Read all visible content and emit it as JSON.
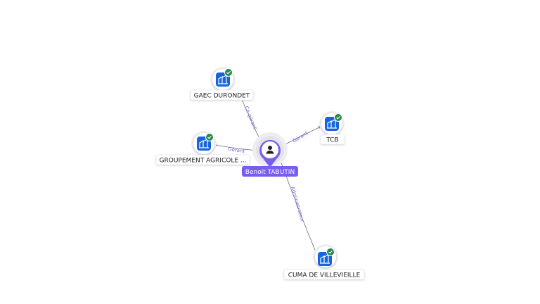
{
  "center": {
    "name": "Benoit TABUTIN",
    "color": "#7b5cf0"
  },
  "companies": [
    {
      "id": "gaec",
      "name": "GAEC DURONDET"
    },
    {
      "id": "groupement",
      "name": "GROUPEMENT AGRICOLE ..."
    },
    {
      "id": "tcb",
      "name": "TCB"
    },
    {
      "id": "cuma",
      "name": "CUMA DE VILLEVIEILLE"
    }
  ],
  "relations": [
    {
      "to": "gaec",
      "label": "Co-gérant"
    },
    {
      "to": "groupement",
      "label": "Gérant"
    },
    {
      "to": "tcb",
      "label": "Gérant"
    },
    {
      "to": "cuma",
      "label": "Administrateur"
    }
  ],
  "colors": {
    "company_icon": "#1565e0",
    "verified_badge": "#1e8a4c",
    "edge": "#6b6b80",
    "edge_label": "#7b6fd1"
  },
  "icons": {
    "company": "building-icon",
    "verified": "check-badge-icon",
    "person": "person-icon"
  }
}
